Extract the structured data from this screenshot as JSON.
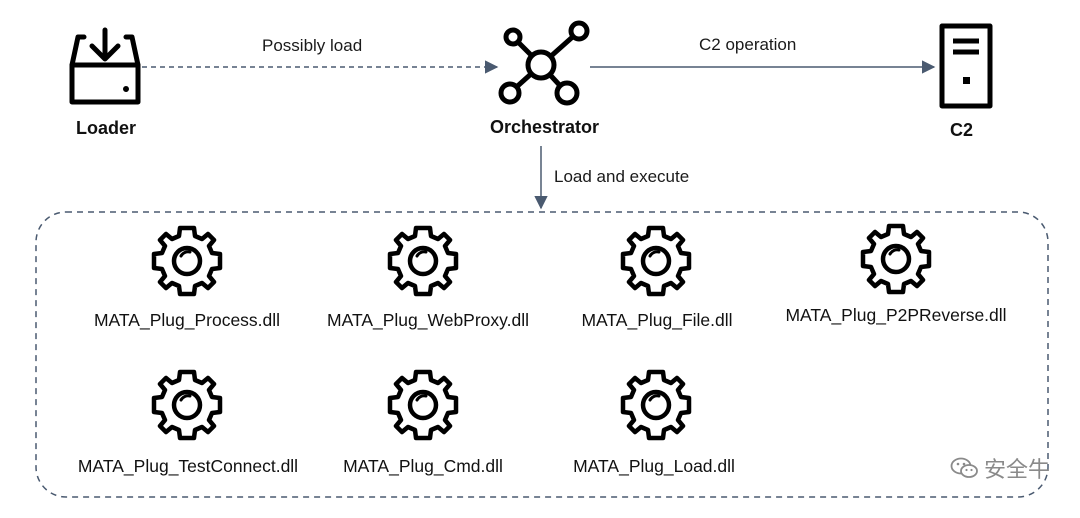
{
  "nodes": {
    "loader": {
      "label": "Loader",
      "icon": "download-tray-icon"
    },
    "orchestrator": {
      "label": "Orchestrator",
      "icon": "hub-network-icon"
    },
    "c2": {
      "label": "C2",
      "icon": "server-icon"
    }
  },
  "edges": {
    "loader_to_orchestrator": {
      "label": "Possibly load",
      "style": "dashed"
    },
    "orchestrator_to_c2": {
      "label": "C2 operation",
      "style": "solid"
    },
    "orchestrator_to_plugins": {
      "label": "Load and execute",
      "style": "solid"
    }
  },
  "plugins": [
    {
      "label": "MATA_Plug_Process.dll"
    },
    {
      "label": "MATA_Plug_WebProxy.dll"
    },
    {
      "label": "MATA_Plug_File.dll"
    },
    {
      "label": "MATA_Plug_P2PReverse.dll"
    },
    {
      "label": "MATA_Plug_TestConnect.dll"
    },
    {
      "label": "MATA_Plug_Cmd.dll"
    },
    {
      "label": "MATA_Plug_Load.dll"
    }
  ],
  "watermark": {
    "text": "安全牛"
  },
  "colors": {
    "icon": "#000000",
    "connector": "#4a5a70",
    "container_border": "#4a5a70",
    "watermark": "#8a8a8a"
  }
}
